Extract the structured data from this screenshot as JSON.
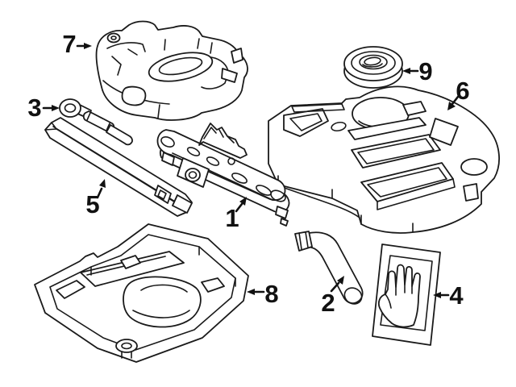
{
  "diagram": {
    "background_color": "#ffffff",
    "line_color": "#1a1a1a",
    "label_color": "#111111",
    "callouts": [
      {
        "number": "1",
        "part": "scissor-jack"
      },
      {
        "number": "2",
        "part": "lug-wrench"
      },
      {
        "number": "3",
        "part": "tow-hook-eyelet"
      },
      {
        "number": "4",
        "part": "gloves-package"
      },
      {
        "number": "5",
        "part": "jack-handle-bar"
      },
      {
        "number": "6",
        "part": "tool-foam-tray-right"
      },
      {
        "number": "7",
        "part": "tool-foam-tray-upper-left"
      },
      {
        "number": "8",
        "part": "tool-foam-tray-lower-left"
      },
      {
        "number": "9",
        "part": "spare-tire-retainer-cap"
      }
    ]
  }
}
